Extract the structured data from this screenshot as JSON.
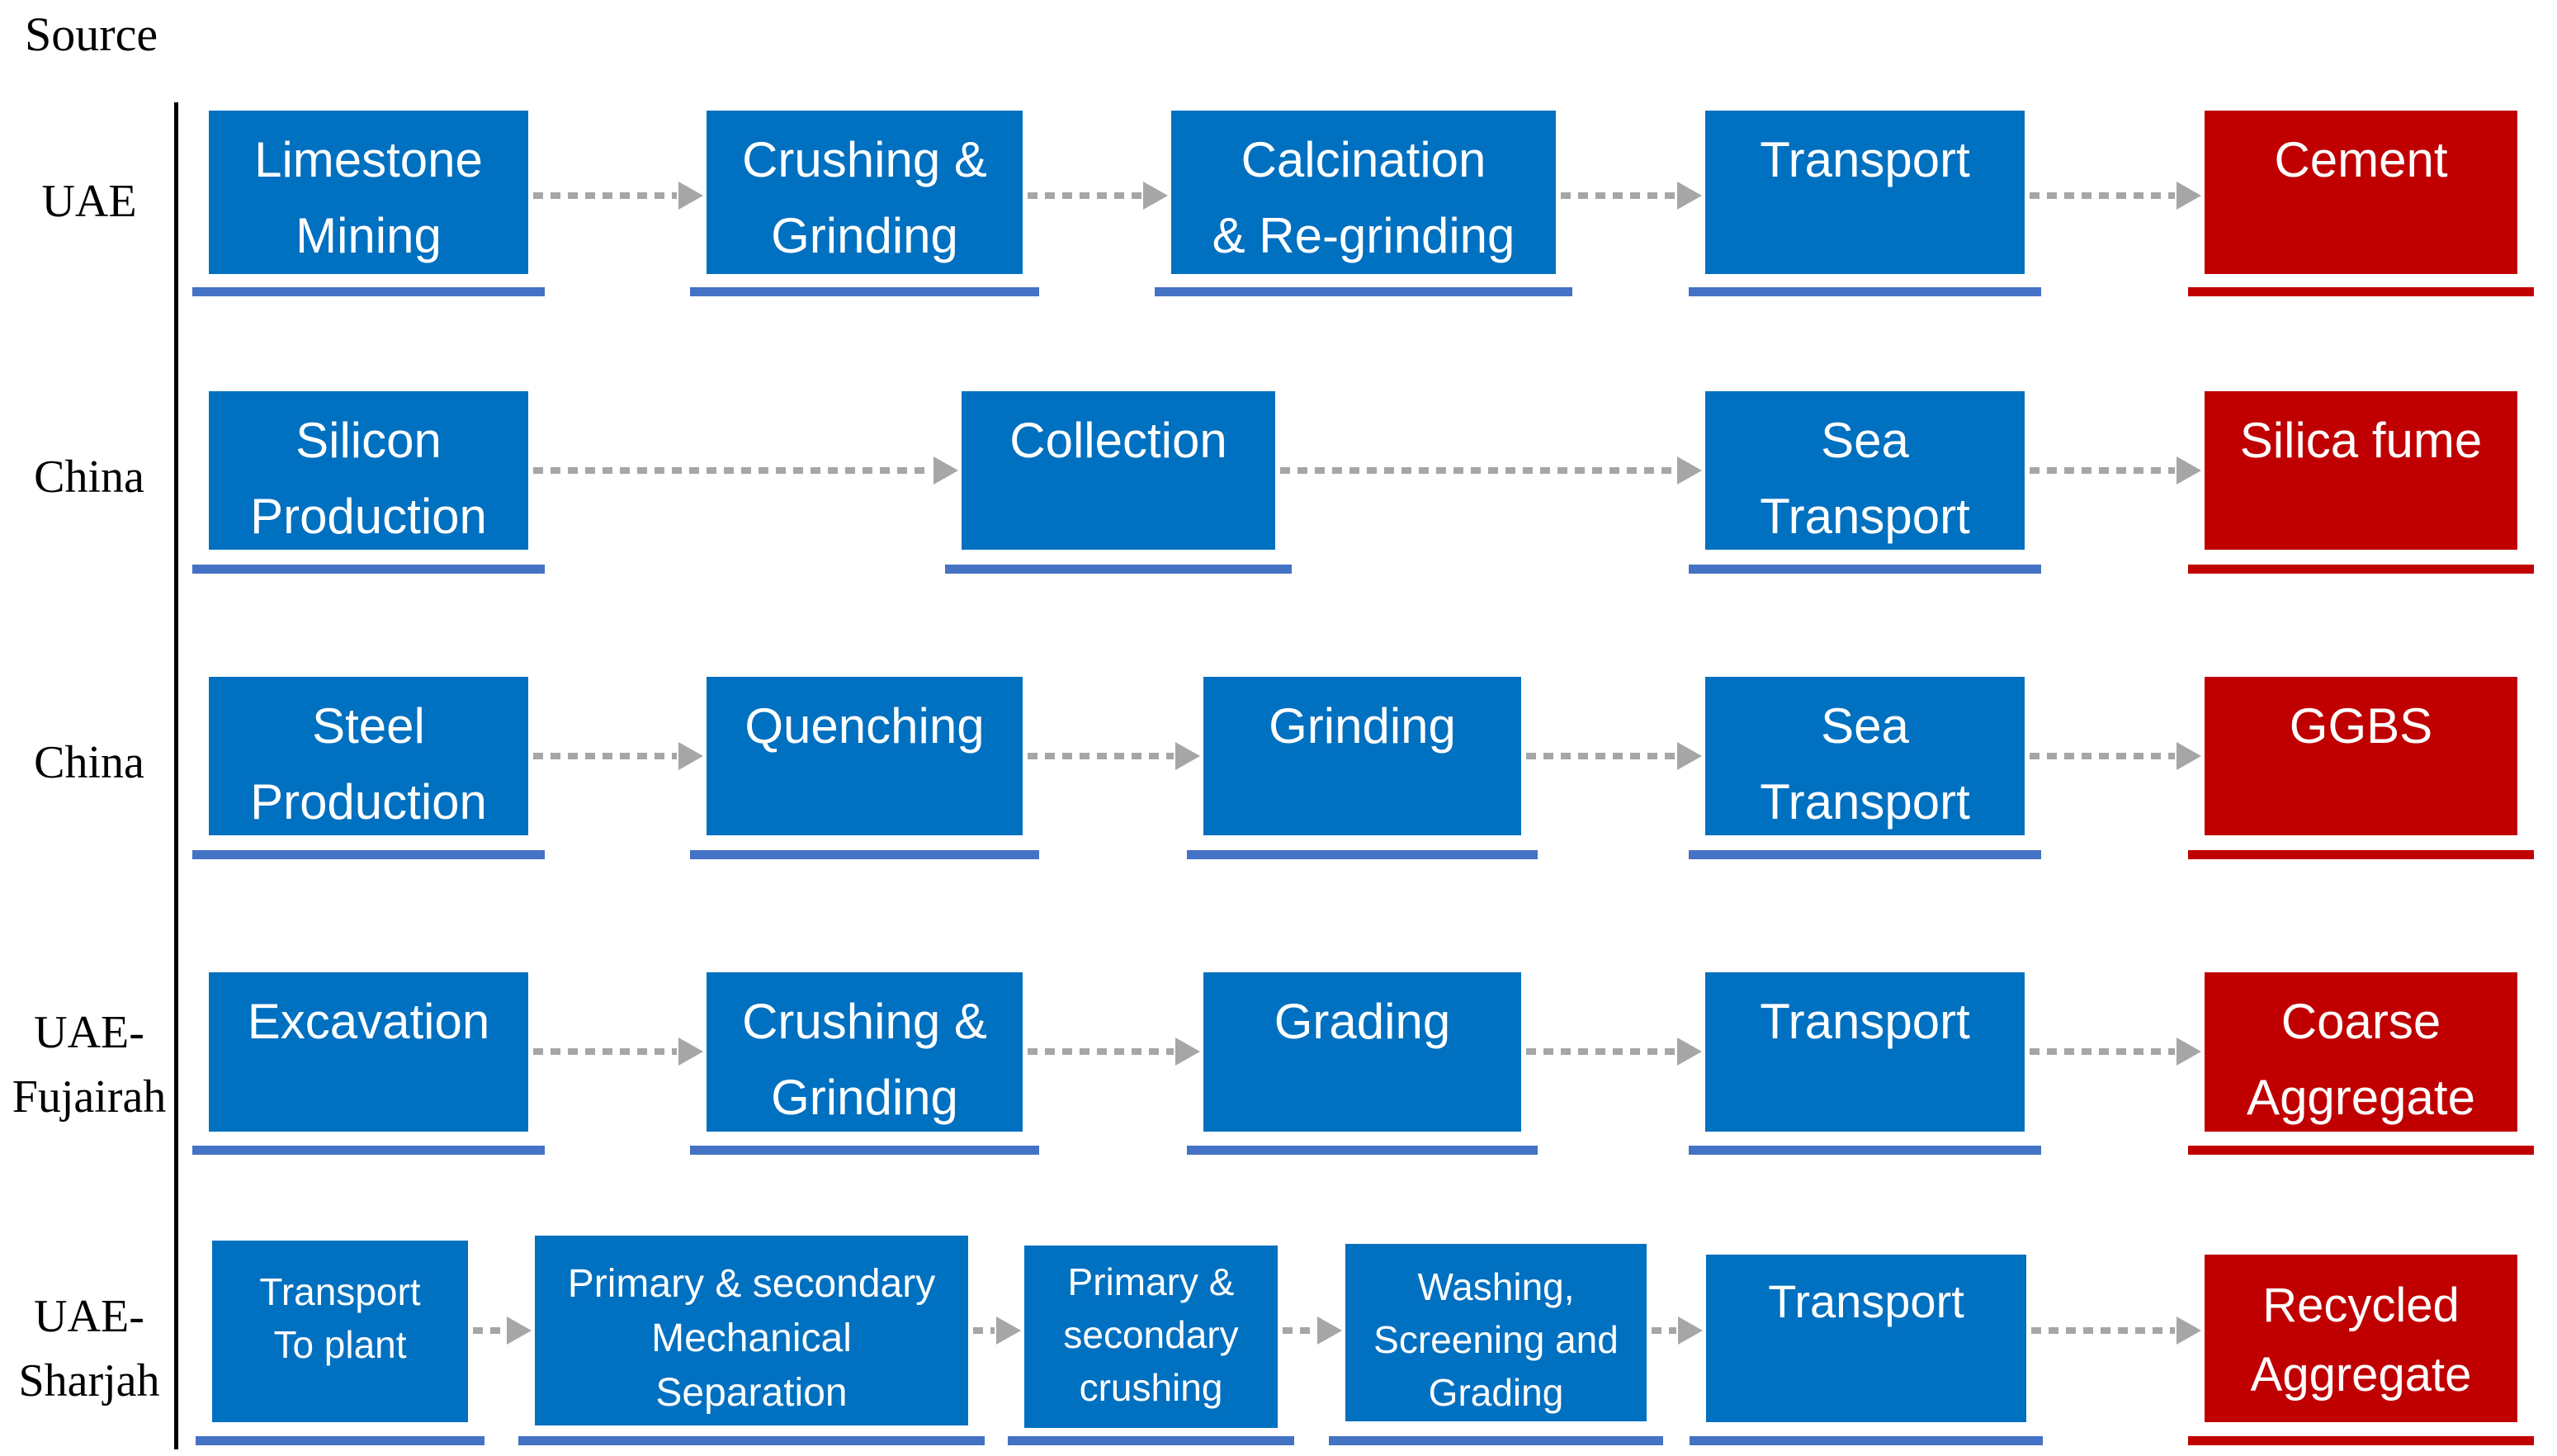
{
  "title": "Source",
  "colors": {
    "process_box": "#0070C0",
    "product_box": "#C00000",
    "process_underline": "#4472C4",
    "product_underline": "#C00000",
    "arrow": "#A6A6A6",
    "source_label_text": "#000000",
    "box_text": "#FFFFFF"
  },
  "rows": [
    {
      "source": "UAE",
      "boxes": [
        {
          "label": "Limestone\nMining",
          "type": "process"
        },
        {
          "label": "Crushing &\nGrinding",
          "type": "process"
        },
        {
          "label": "Calcination\n& Re-grinding",
          "type": "process"
        },
        {
          "label": "Transport",
          "type": "process"
        },
        {
          "label": "Cement",
          "type": "product"
        }
      ]
    },
    {
      "source": "China",
      "boxes": [
        {
          "label": "Silicon\nProduction",
          "type": "process"
        },
        {
          "label": "Collection",
          "type": "process"
        },
        {
          "label": "Sea\nTransport",
          "type": "process"
        },
        {
          "label": "Silica fume",
          "type": "product"
        }
      ]
    },
    {
      "source": "China",
      "boxes": [
        {
          "label": "Steel\nProduction",
          "type": "process"
        },
        {
          "label": "Quenching",
          "type": "process"
        },
        {
          "label": "Grinding",
          "type": "process"
        },
        {
          "label": "Sea\nTransport",
          "type": "process"
        },
        {
          "label": "GGBS",
          "type": "product"
        }
      ]
    },
    {
      "source": "UAE-\nFujairah",
      "boxes": [
        {
          "label": "Excavation",
          "type": "process"
        },
        {
          "label": "Crushing &\nGrinding",
          "type": "process"
        },
        {
          "label": "Grading",
          "type": "process"
        },
        {
          "label": "Transport",
          "type": "process"
        },
        {
          "label": "Coarse\nAggregate",
          "type": "product"
        }
      ]
    },
    {
      "source": "UAE-\nSharjah",
      "boxes": [
        {
          "label": "Transport\nTo plant",
          "type": "process"
        },
        {
          "label": "Primary & secondary\nMechanical\nSeparation",
          "type": "process"
        },
        {
          "label": "Primary &\nsecondary\ncrushing",
          "type": "process"
        },
        {
          "label": "Washing,\nScreening and\nGrading",
          "type": "process"
        },
        {
          "label": "Transport",
          "type": "process"
        },
        {
          "label": "Recycled\nAggregate",
          "type": "product"
        }
      ]
    }
  ]
}
